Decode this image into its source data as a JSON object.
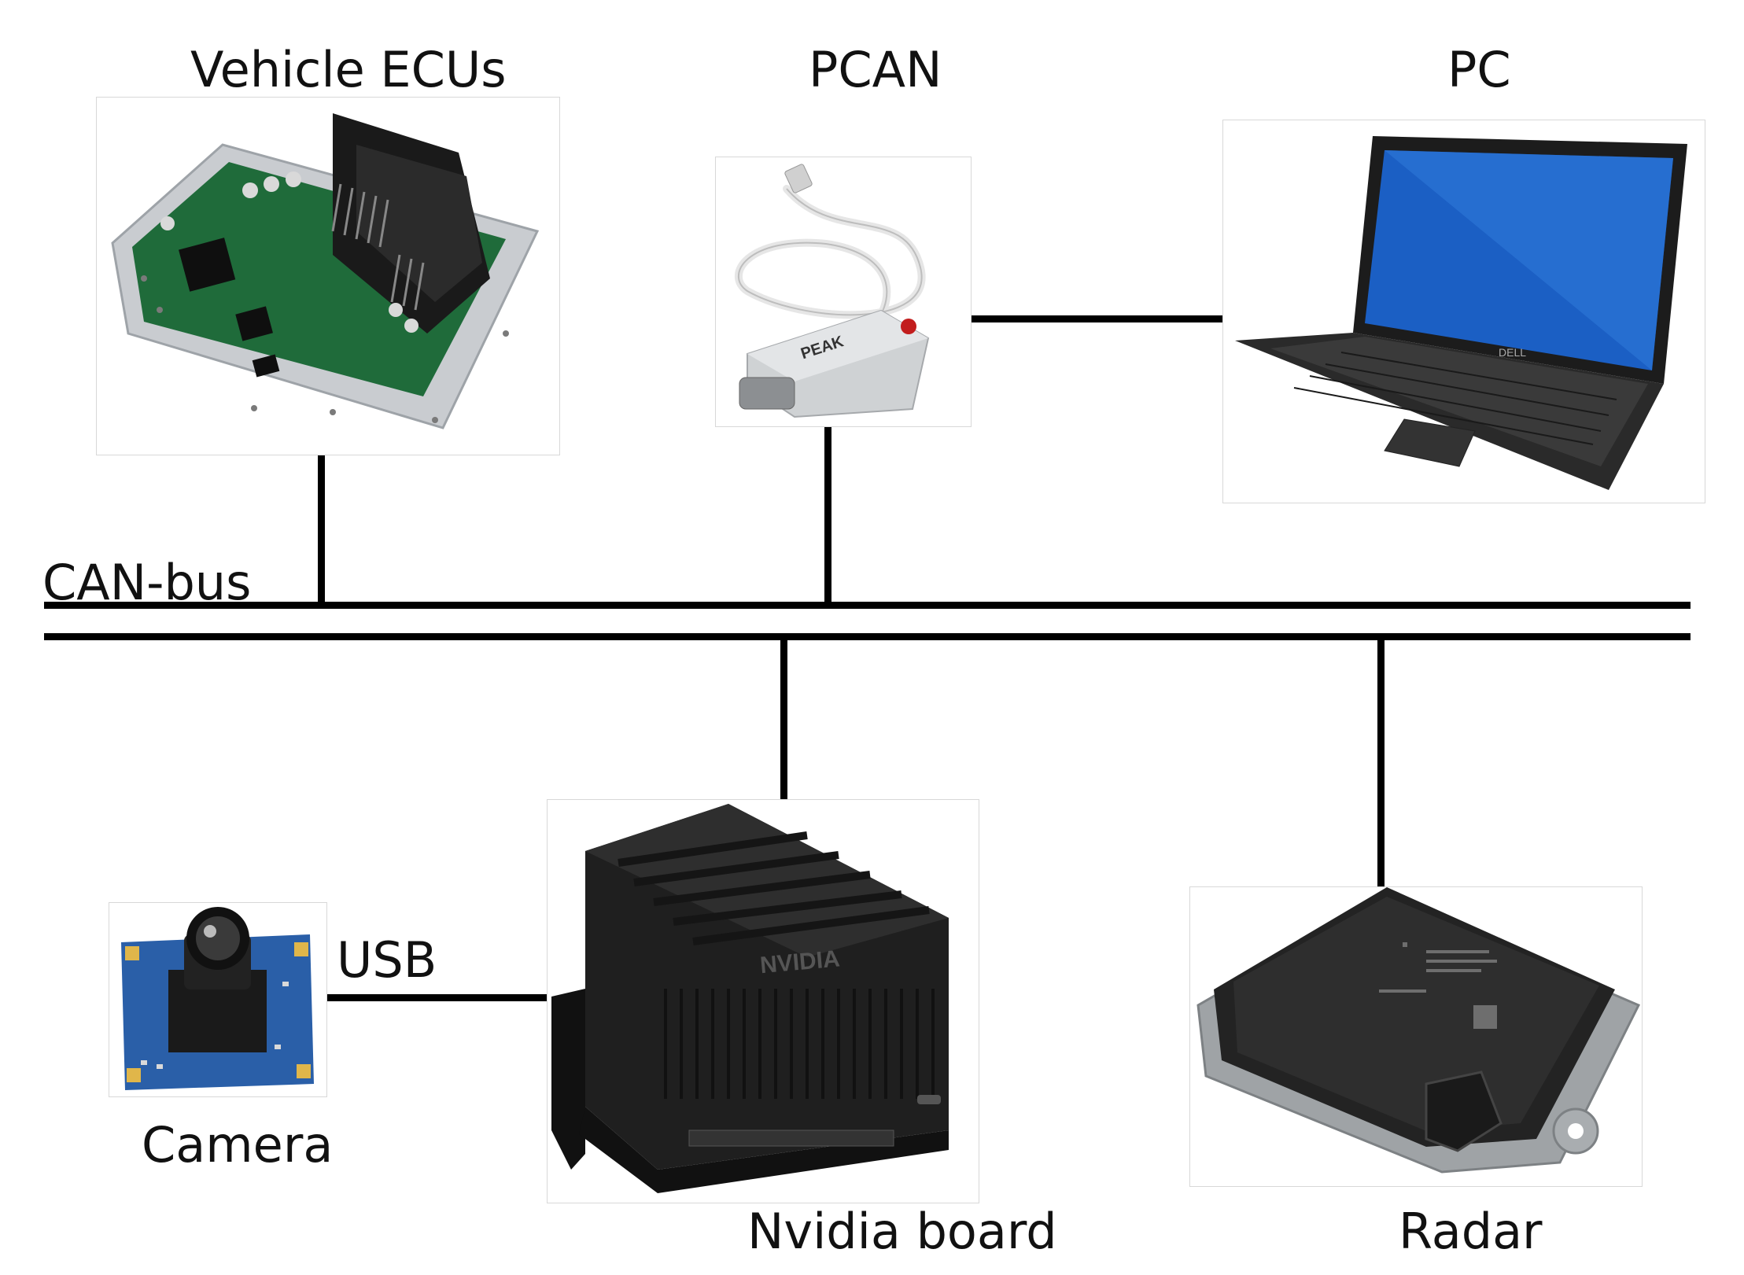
{
  "labels": {
    "vehicle_ecus": "Vehicle ECUs",
    "pcan": "PCAN",
    "pc": "PC",
    "can_bus": "CAN-bus",
    "usb": "USB",
    "camera": "Camera",
    "nvidia_board": "Nvidia board",
    "radar": "Radar"
  },
  "device_text": {
    "peak": "PEAK",
    "nvidia": "NVIDIA",
    "dell": "DELL"
  },
  "icons": {
    "ecu": "ecu-circuit-board-icon",
    "pcan": "pcan-usb-adapter-icon",
    "pc": "laptop-icon",
    "camera": "camera-module-icon",
    "nvidia": "nvidia-jetson-board-icon",
    "radar": "radar-sensor-icon"
  },
  "colors": {
    "line": "#000000",
    "pcb_green": "#1f6b3a",
    "camera_pcb_blue": "#2a5fa8",
    "laptop_screen_blue": "#1b5fc4",
    "device_black": "#222222"
  }
}
